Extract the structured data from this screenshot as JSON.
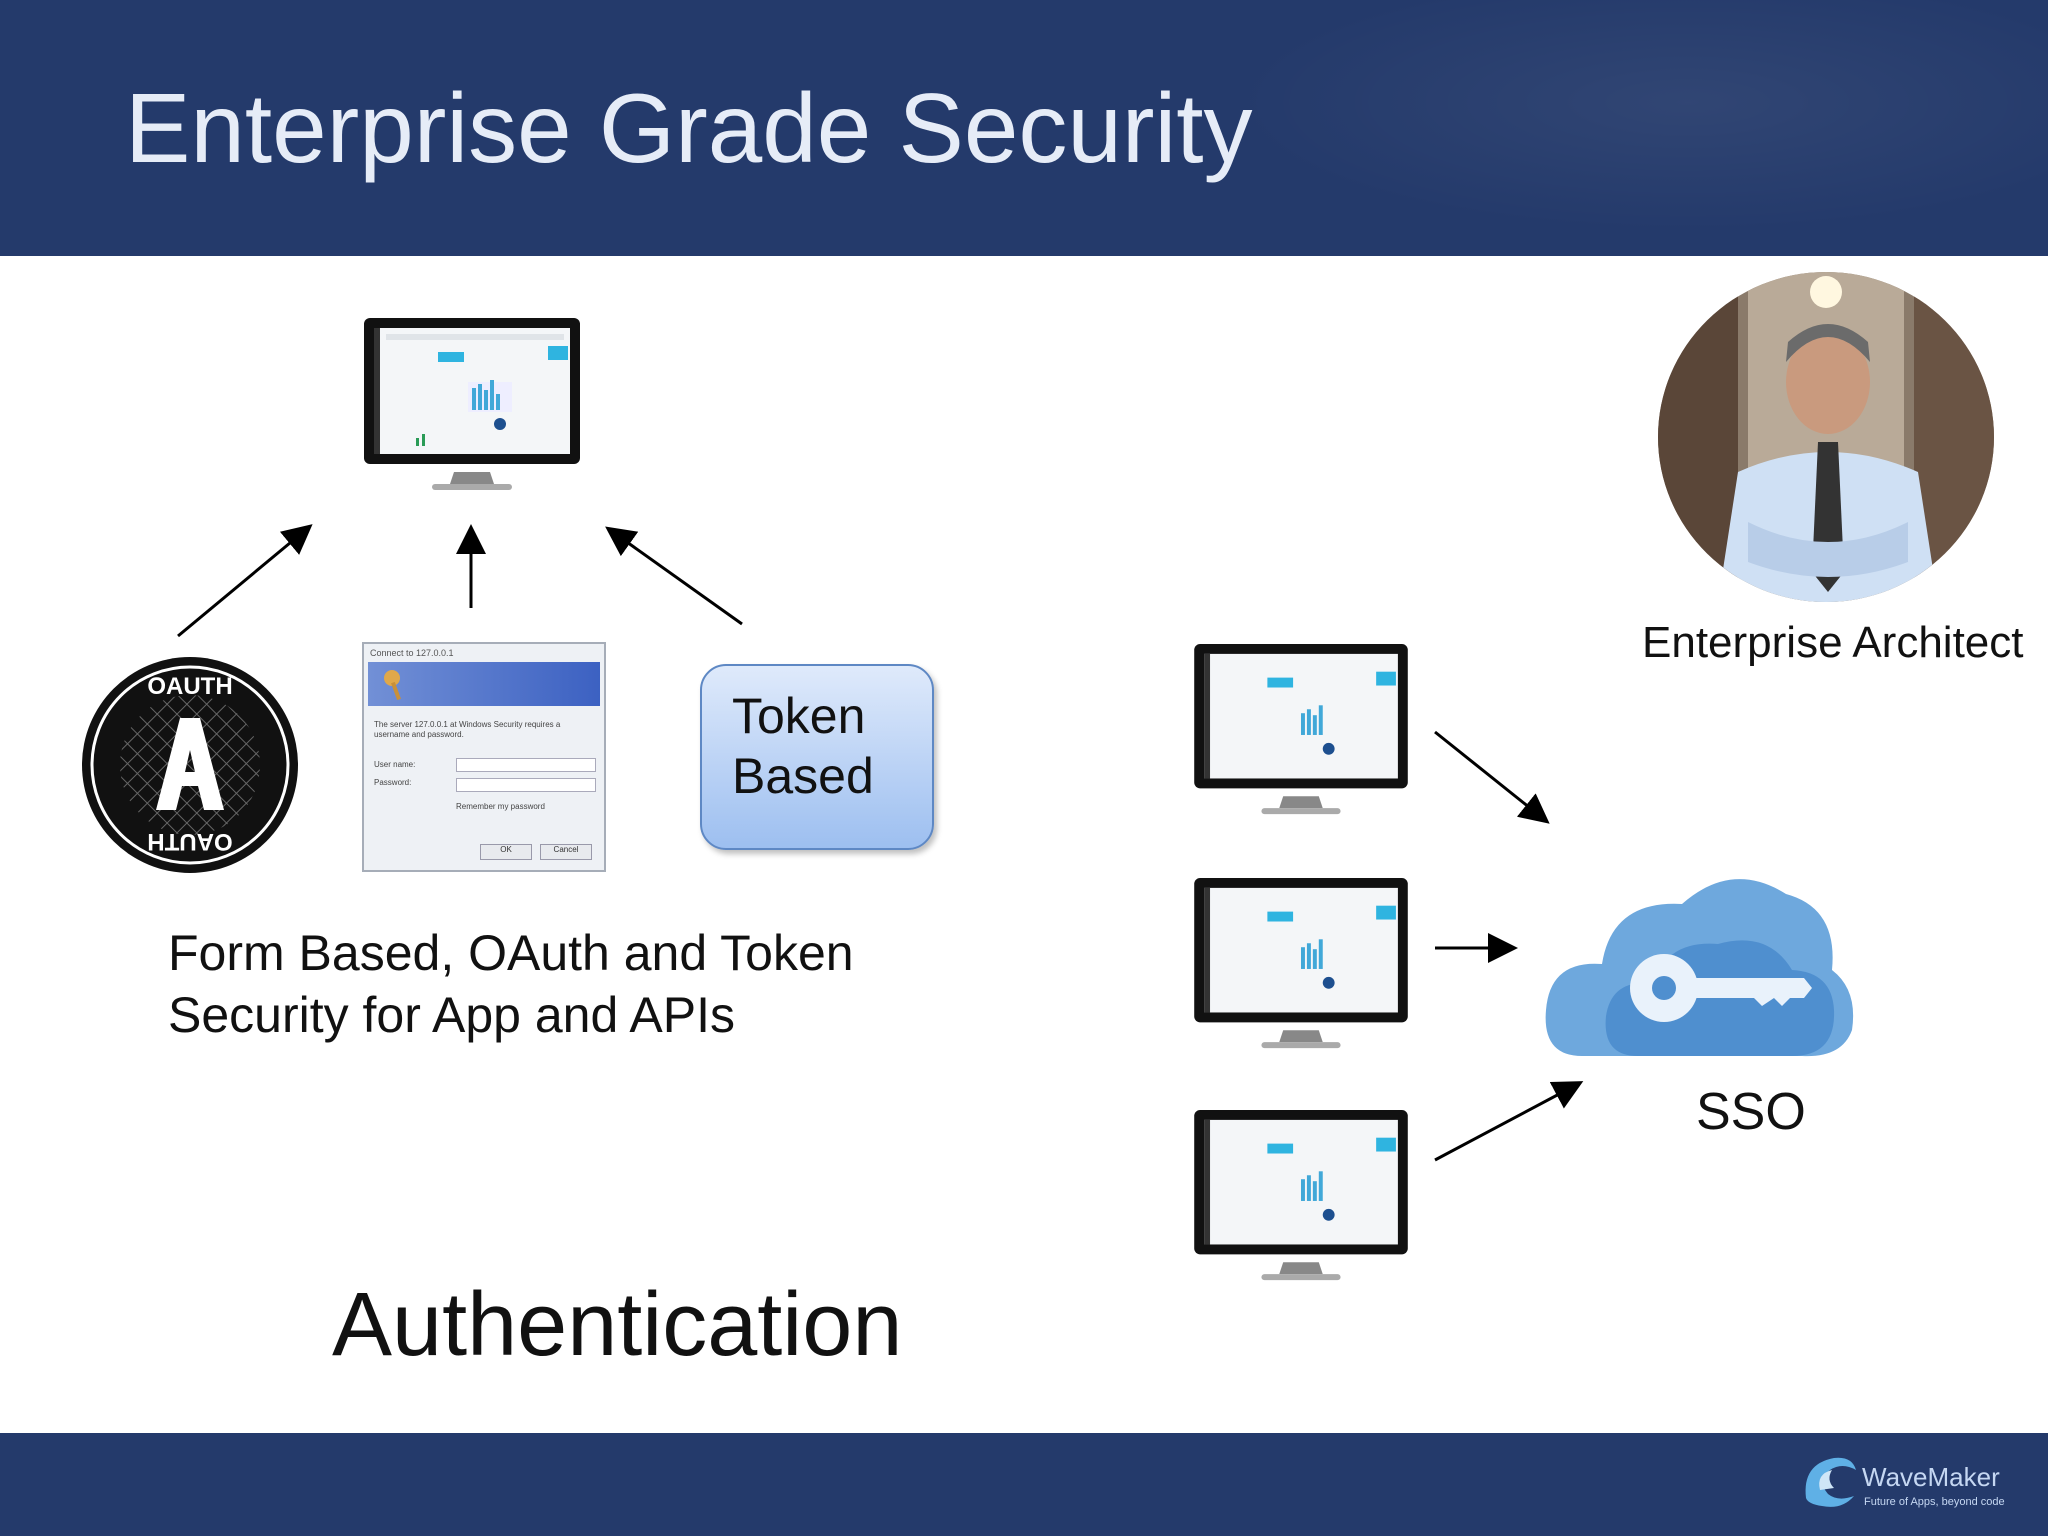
{
  "header": {
    "title": "Enterprise Grade Security"
  },
  "auth": {
    "oauth_logo_text": "OAUTH",
    "token_box": {
      "line1": "Token",
      "line2": "Based"
    },
    "description_line1": "Form Based, OAuth and Token",
    "description_line2": "Security for App and APIs",
    "section_title": "Authentication",
    "login_dialog": {
      "window_title": "Connect to 127.0.0.1",
      "message": "The server 127.0.0.1 at Windows Security requires a username and password.",
      "username_label": "User name:",
      "password_label": "Password:",
      "remember_label": "Remember my password",
      "ok_label": "OK",
      "cancel_label": "Cancel"
    }
  },
  "sso": {
    "persona_label": "Enterprise Architect",
    "label": "SSO"
  },
  "footer": {
    "brand_name": "WaveMaker",
    "brand_tagline": "Future of Apps, beyond code"
  },
  "colors": {
    "header_bg": "#243a6b",
    "title_text": "#e6ecf7",
    "token_box_border": "#5e88c4",
    "cloud": "#5b9bd5"
  }
}
